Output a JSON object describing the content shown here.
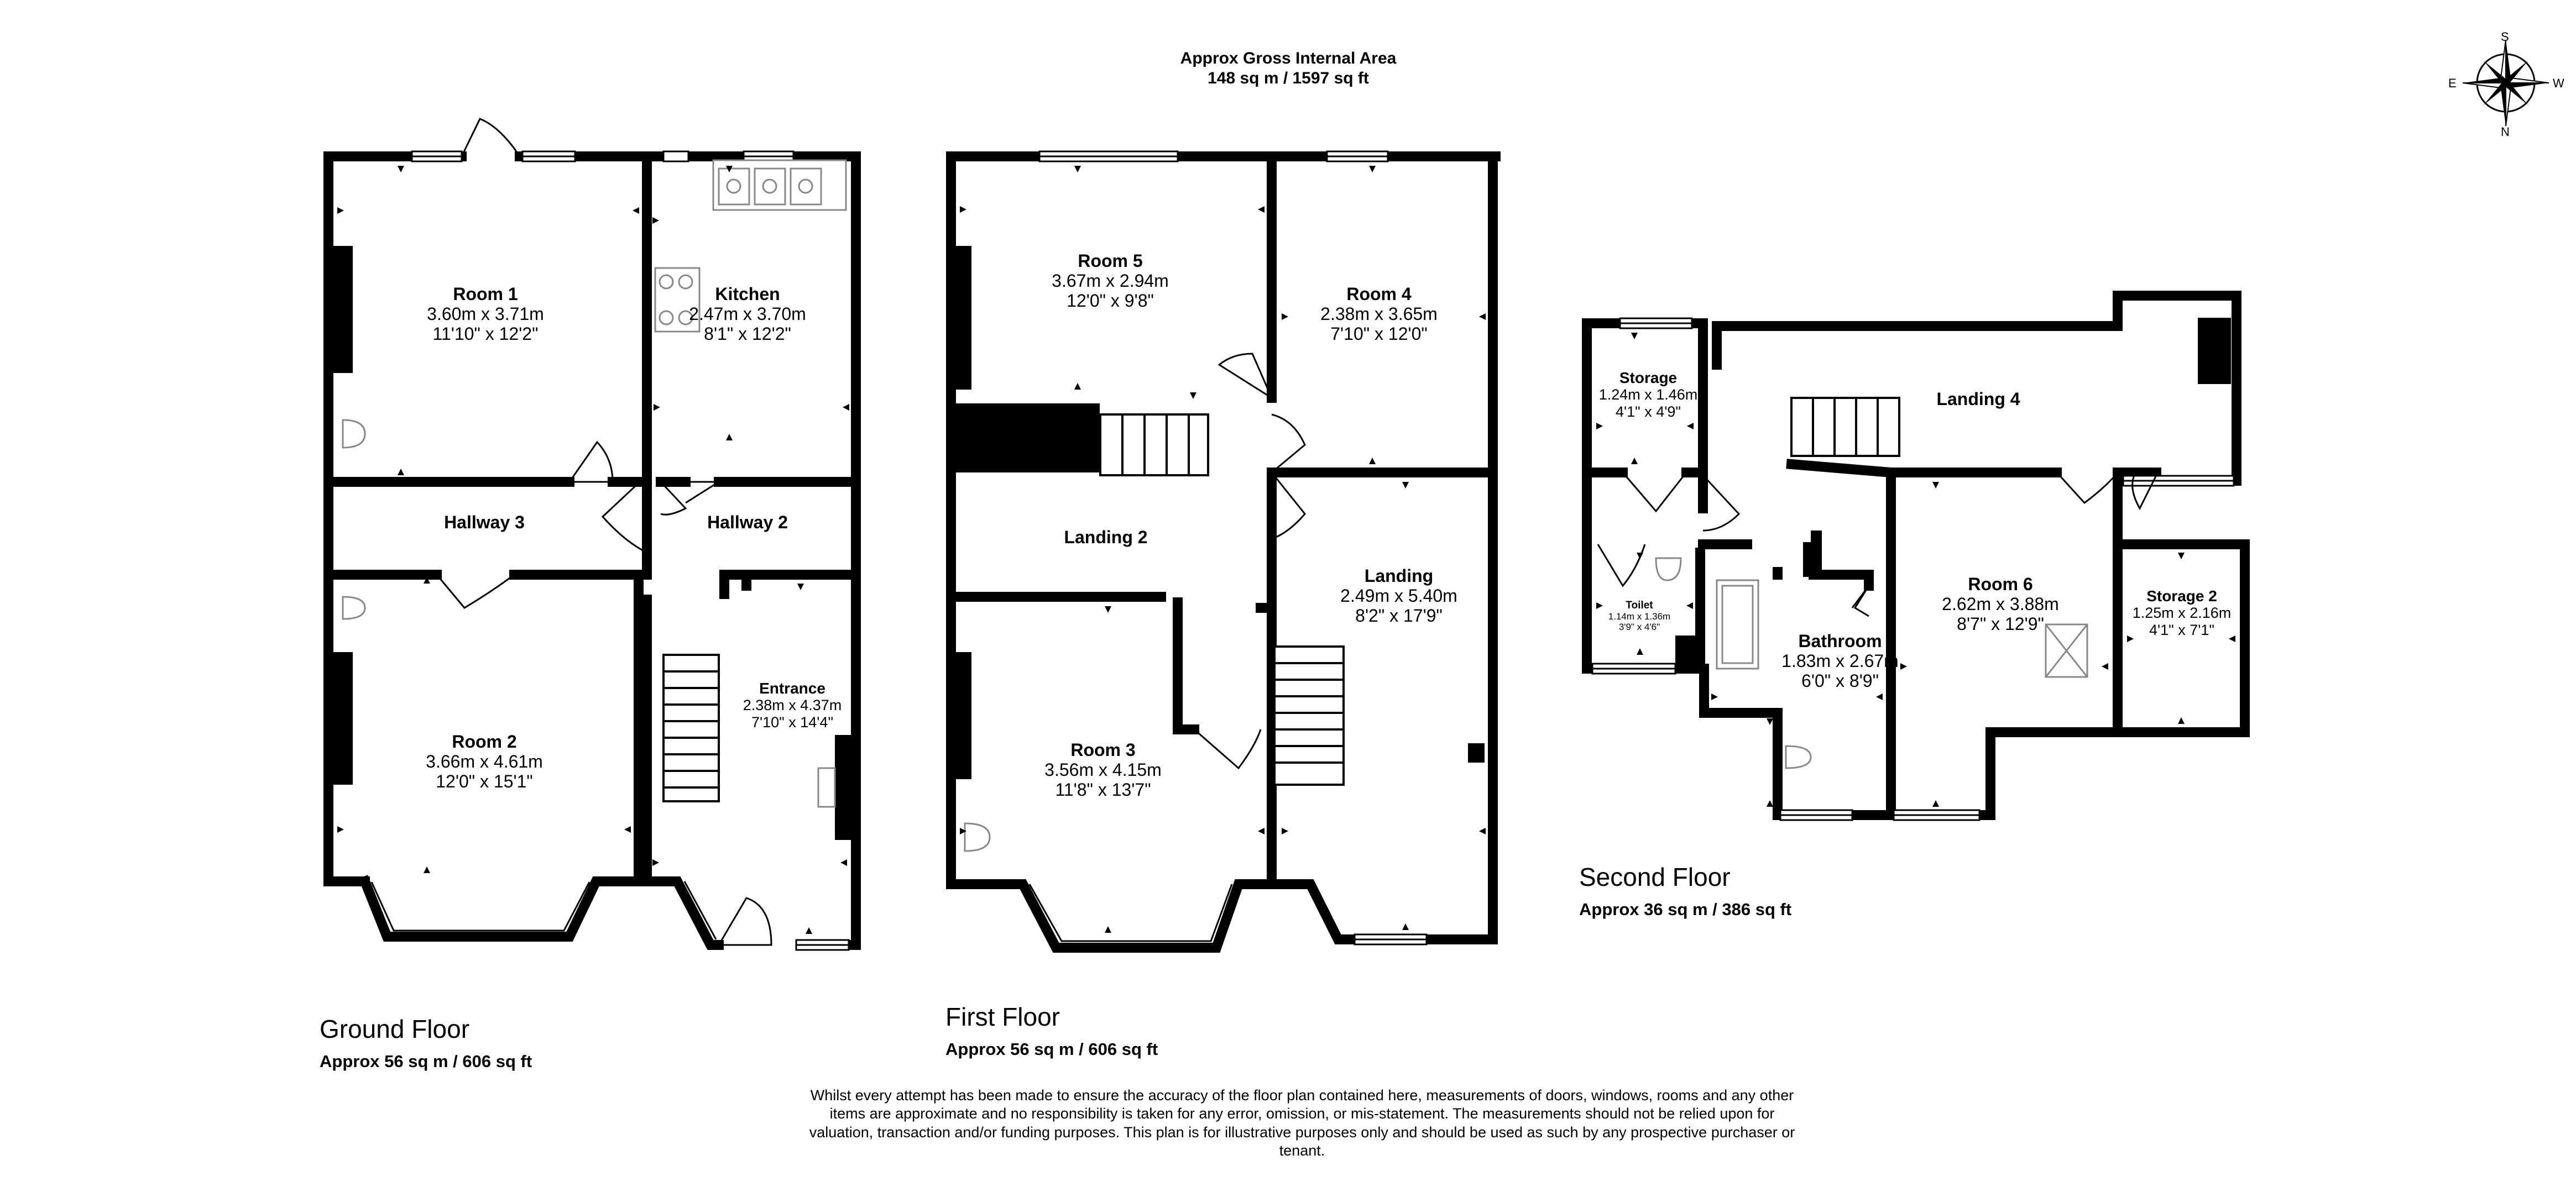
{
  "header": {
    "line1": "Approx Gross Internal Area",
    "line2": "148 sq m / 1597 sq ft"
  },
  "compass": {
    "n": "N",
    "s": "S",
    "e": "E",
    "w": "W"
  },
  "floors": [
    {
      "name": "Ground Floor",
      "area": "Approx 56 sq m / 606 sq ft"
    },
    {
      "name": "First Floor",
      "area": "Approx 56 sq m / 606 sq ft"
    },
    {
      "name": "Second Floor",
      "area": "Approx 36 sq m / 386 sq ft"
    }
  ],
  "rooms": {
    "room1": {
      "name": "Room 1",
      "m": "3.60m x 3.71m",
      "ft": "11'10\" x 12'2\""
    },
    "kitchen": {
      "name": "Kitchen",
      "m": "2.47m x 3.70m",
      "ft": "8'1\" x 12'2\""
    },
    "hallway3": {
      "name": "Hallway 3"
    },
    "hallway2": {
      "name": "Hallway 2"
    },
    "room2": {
      "name": "Room 2",
      "m": "3.66m x 4.61m",
      "ft": "12'0\" x 15'1\""
    },
    "entrance": {
      "name": "Entrance",
      "m": "2.38m x 4.37m",
      "ft": "7'10\" x 14'4\""
    },
    "room5": {
      "name": "Room 5",
      "m": "3.67m x 2.94m",
      "ft": "12'0\" x 9'8\""
    },
    "room4": {
      "name": "Room 4",
      "m": "2.38m x 3.65m",
      "ft": "7'10\" x 12'0\""
    },
    "landing2": {
      "name": "Landing 2"
    },
    "landing": {
      "name": "Landing",
      "m": "2.49m x 5.40m",
      "ft": "8'2\" x 17'9\""
    },
    "room3": {
      "name": "Room 3",
      "m": "3.56m x 4.15m",
      "ft": "11'8\" x 13'7\""
    },
    "storage": {
      "name": "Storage",
      "m": "1.24m x 1.46m",
      "ft": "4'1\" x 4'9\""
    },
    "landing4": {
      "name": "Landing 4"
    },
    "toilet": {
      "name": "Toilet",
      "m": "1.14m x 1.36m",
      "ft": "3'9\" x 4'6\""
    },
    "bathroom": {
      "name": "Bathroom",
      "m": "1.83m x 2.67m",
      "ft": "6'0\" x 8'9\""
    },
    "room6": {
      "name": "Room 6",
      "m": "2.62m x 3.88m",
      "ft": "8'7\" x 12'9\""
    },
    "storage2": {
      "name": "Storage 2",
      "m": "1.25m x 2.16m",
      "ft": "4'1\" x 7'1\""
    }
  },
  "disclaimer": "Whilst every attempt has been made to ensure the accuracy of the floor plan contained here, measurements of doors, windows, rooms and any other items are approximate and no responsibility is taken for any error, omission, or mis-statement. The measurements should not be relied upon for valuation, transaction and/or funding purposes. This plan is for illustrative purposes only and should be used as such by any prospective purchaser or tenant.",
  "colors": {
    "wall": "#000000",
    "background": "#ffffff",
    "fixture": "#888888"
  }
}
